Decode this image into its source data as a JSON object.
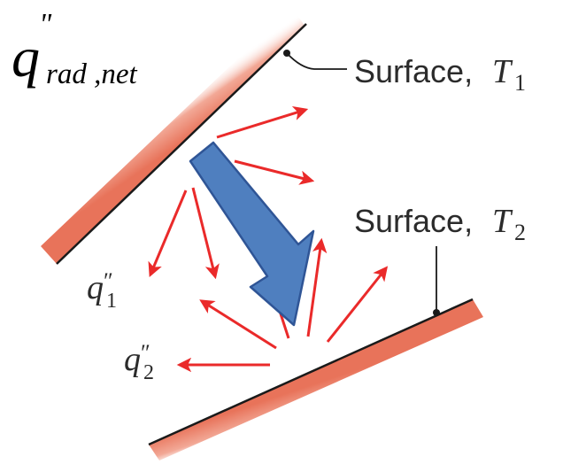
{
  "title": {
    "q": "q",
    "prime": "\"",
    "subscript": "rad ,net"
  },
  "surface1": {
    "text": "Surface, ",
    "var": "T",
    "sub": "1"
  },
  "surface2": {
    "text": "Surface, ",
    "var": "T",
    "sub": "2"
  },
  "flux1": {
    "var": "q",
    "prime": "″",
    "sub": "1"
  },
  "flux2": {
    "var": "q",
    "prime": "″",
    "sub": "2"
  },
  "colors": {
    "arrow_red": "#ea2a2a",
    "big_arrow_fill": "#4f7fbf",
    "big_arrow_stroke": "#2f5596",
    "surface_shade": "#e8735a",
    "surface_line": "#1a1a1a"
  }
}
